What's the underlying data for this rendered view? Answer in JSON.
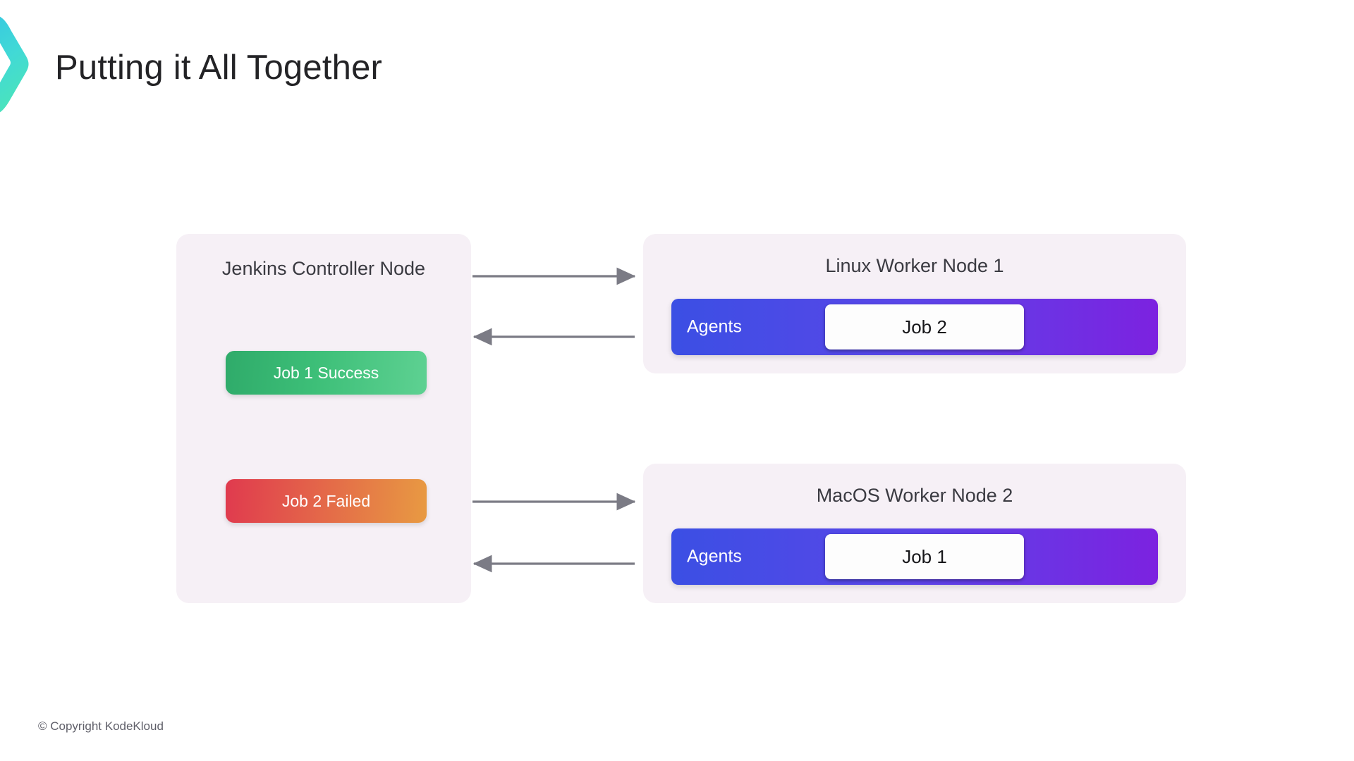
{
  "slide": {
    "title": "Putting it All Together",
    "copyright": "© Copyright KodeKloud",
    "brand_icon": "chevron-right-logo"
  },
  "theme": {
    "background": "#ffffff",
    "panel_background": "#f6f0f6",
    "title_color": "#232326",
    "arrow_color": "#7b7b85",
    "logo_gradient_start": "#3fd8e0",
    "logo_gradient_end": "#47e0c0",
    "success_gradient_start": "#2fab6a",
    "success_gradient_end": "#5ed192",
    "failed_gradient_start": "#e03a4e",
    "failed_gradient_end": "#e89a42",
    "agents_gradient_start": "#3b4fe4",
    "agents_gradient_end": "#7c22e0"
  },
  "controller": {
    "title": "Jenkins Controller Node",
    "jobs": [
      {
        "label": "Job 1 Success",
        "status": "success"
      },
      {
        "label": "Job 2 Failed",
        "status": "failed"
      }
    ]
  },
  "workers": [
    {
      "title": "Linux Worker Node 1",
      "agents_label": "Agents",
      "job_label": "Job 2"
    },
    {
      "title": "MacOS Worker Node 2",
      "agents_label": "Agents",
      "job_label": "Job 1"
    }
  ],
  "connections": [
    {
      "from": "controller",
      "to": "worker-1",
      "direction": "right"
    },
    {
      "from": "worker-1",
      "to": "controller",
      "direction": "left"
    },
    {
      "from": "controller",
      "to": "worker-2",
      "direction": "right"
    },
    {
      "from": "worker-2",
      "to": "controller",
      "direction": "left"
    }
  ]
}
